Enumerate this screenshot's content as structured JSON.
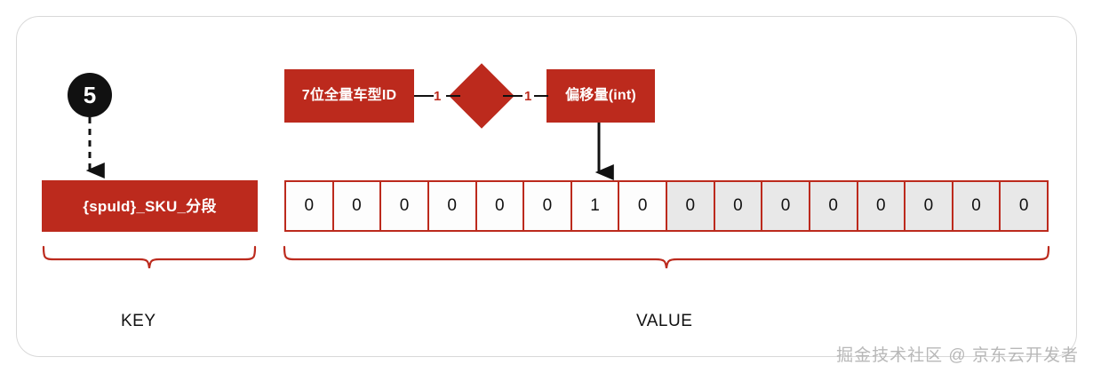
{
  "diagram": {
    "title_badge": "5",
    "key_box": {
      "label": "{spuId}_SKU_分段"
    },
    "entity_left": {
      "label": "7位全量车型ID"
    },
    "entity_right": {
      "label": "偏移量(int)"
    },
    "relationship": {
      "shape": "diamond",
      "cardinality_left": "1",
      "cardinality_right": "1"
    },
    "value_grid": {
      "cells": [
        {
          "value": "0",
          "dim": false
        },
        {
          "value": "0",
          "dim": false
        },
        {
          "value": "0",
          "dim": false
        },
        {
          "value": "0",
          "dim": false
        },
        {
          "value": "0",
          "dim": false
        },
        {
          "value": "0",
          "dim": false
        },
        {
          "value": "1",
          "dim": false
        },
        {
          "value": "0",
          "dim": false
        },
        {
          "value": "0",
          "dim": true
        },
        {
          "value": "0",
          "dim": true
        },
        {
          "value": "0",
          "dim": true
        },
        {
          "value": "0",
          "dim": true
        },
        {
          "value": "0",
          "dim": true
        },
        {
          "value": "0",
          "dim": true
        },
        {
          "value": "0",
          "dim": true
        },
        {
          "value": "0",
          "dim": true
        }
      ]
    },
    "sections": {
      "key_label": "KEY",
      "value_label": "VALUE"
    },
    "watermark": "掘金技术社区 @ 京东云开发者",
    "colors": {
      "brand_red": "#bc2a1d",
      "badge_black": "#111111",
      "cell_dim": "#e8e8e8",
      "card_border": "#d9d9d9"
    }
  }
}
